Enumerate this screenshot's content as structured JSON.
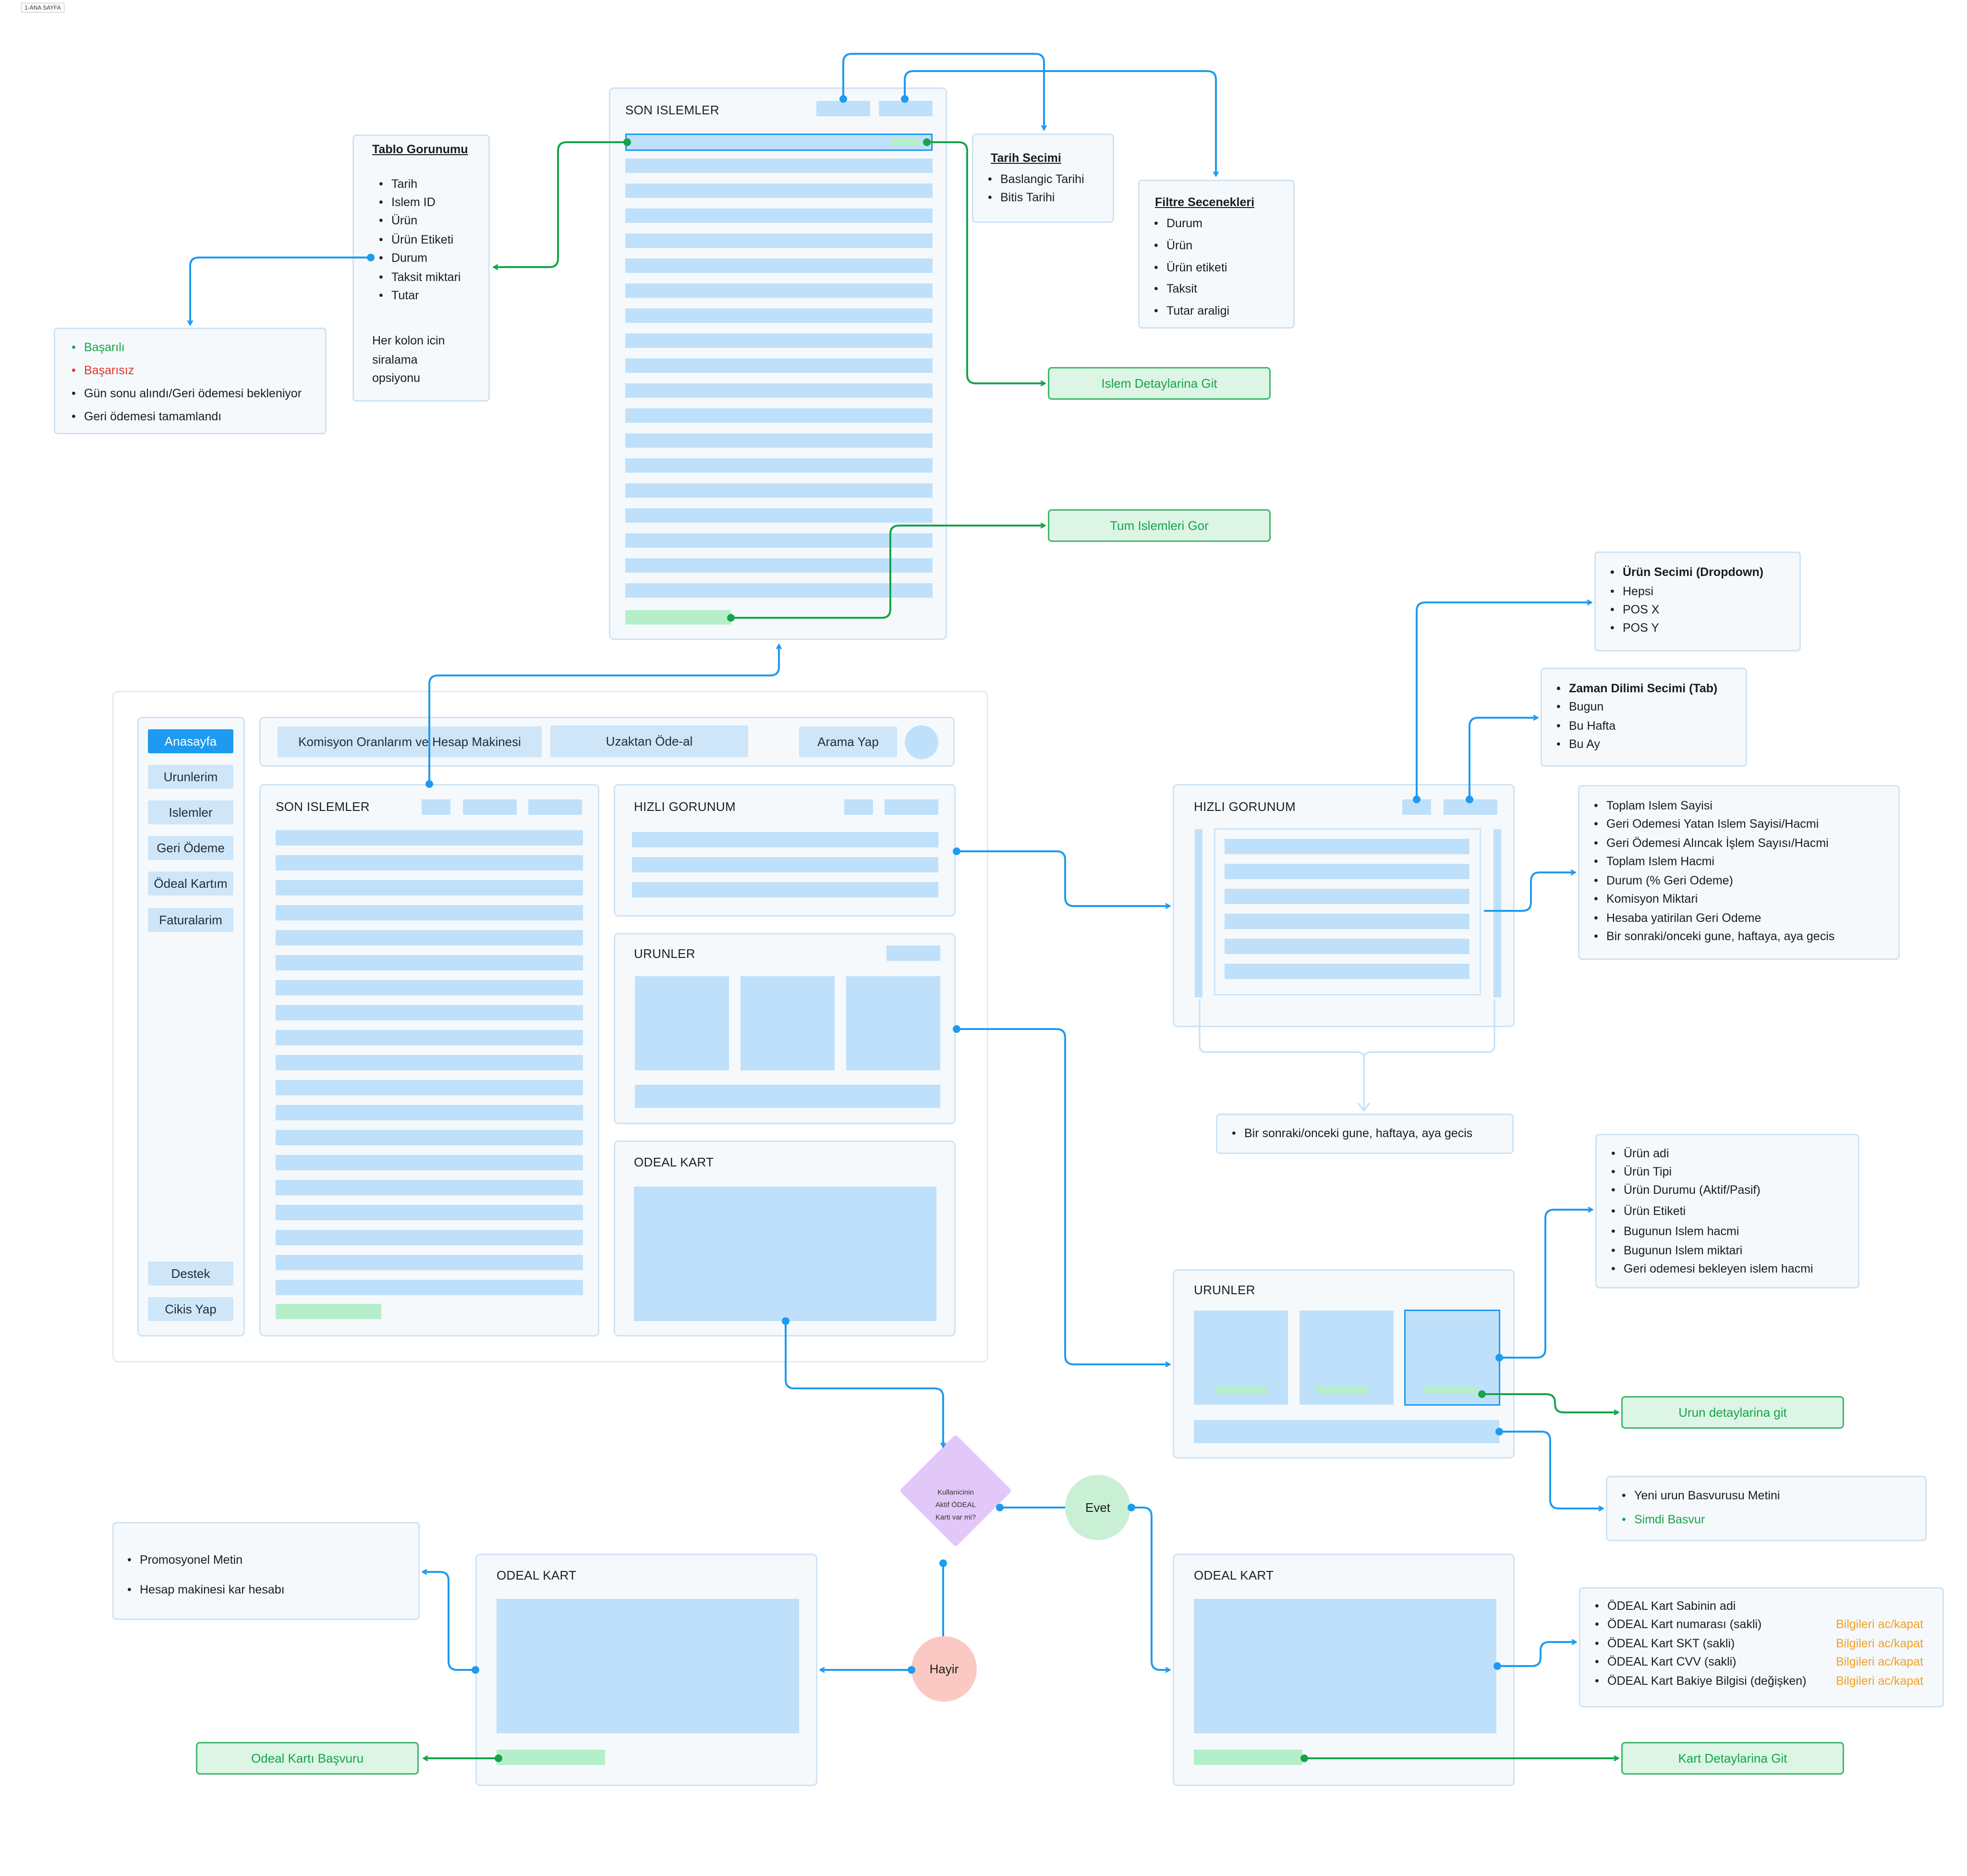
{
  "page_tag": "1-ANA SAYFA",
  "son_islemler_detail": {
    "title": "SON ISLEMLER"
  },
  "tablo_gorunumu": {
    "title": "Tablo Gorunumu",
    "items": [
      "Tarih",
      "Islem ID",
      "Ürün",
      "Ürün Etiketi",
      "Durum",
      "Taksit miktari",
      "Tutar"
    ],
    "footer": [
      "Her kolon icin",
      "siralama",
      "opsiyonu"
    ]
  },
  "durum_statuses": [
    "Başarılı",
    "Başarısız",
    "Gün sonu alındı/Geri ödemesi bekleniyor",
    "Geri ödemesi tamamlandı"
  ],
  "tarih_secimi": {
    "title": "Tarih Secimi",
    "items": [
      "Baslangic Tarihi",
      "Bitis Tarihi"
    ]
  },
  "filtre_secenekleri": {
    "title": "Filtre Secenekleri",
    "items": [
      "Durum",
      "Ürün",
      "Ürün etiketi",
      "Taksit",
      "Tutar araligi"
    ]
  },
  "actions": {
    "islem_detay": "Islem Detaylarina Git",
    "tum_islemler": "Tum Islemleri Gor",
    "urun_detay": "Urun detaylarina git",
    "odeal_basvuru": "Odeal Kartı Başvuru",
    "kart_detay": "Kart Detaylarina Git"
  },
  "sidebar": {
    "items": [
      "Anasayfa",
      "Urunlerim",
      "Islemler",
      "Geri Ödeme",
      "Ödeal Kartım",
      "Faturalarim"
    ],
    "bottom": [
      "Destek",
      "Cikis Yap"
    ]
  },
  "topbar": {
    "tabs": [
      "Komisyon Oranlarım ve Hesap Makinesi",
      "Uzaktan Öde-al",
      "Arama Yap"
    ]
  },
  "main_panels": {
    "son_islemler": "SON ISLEMLER",
    "hizli_gorunum": "HIZLI GORUNUM",
    "urunler": "URUNLER",
    "odeal_kart": "ODEAL KART"
  },
  "urun_secimi": {
    "items": [
      "Ürün Secimi (Dropdown)",
      "Hepsi",
      "POS X",
      "POS Y"
    ]
  },
  "zaman_dilimi": {
    "items": [
      "Zaman Dilimi Secimi (Tab)",
      "Bugun",
      "Bu Hafta",
      "Bu Ay"
    ]
  },
  "hizli_metrics": {
    "items": [
      "Toplam Islem Sayisi",
      "Geri Odemesi Yatan Islem Sayisi/Hacmi",
      "Geri Ödemesi Alıncak İşlem Sayısı/Hacmi",
      "Toplam Islem Hacmi",
      "Durum (% Geri Odeme)",
      "Komisyon Miktari",
      "Hesaba yatirilan Geri Odeme",
      "Bir sonraki/onceki gune, haftaya, aya gecis"
    ]
  },
  "hizli_nav_note": "Bir sonraki/onceki gune, haftaya, aya gecis",
  "urun_fields": {
    "items": [
      "Ürün adi",
      "Ürün Tipi",
      "Ürün Durumu (Aktif/Pasif)",
      "Ürün Etiketi",
      "Bugunun Islem hacmi",
      "Bugunun Islem miktari",
      "Geri odemesi bekleyen islem hacmi"
    ]
  },
  "yeni_urun": {
    "items": [
      "Yeni urun Basvurusu Metini",
      "Simdi Basvur"
    ]
  },
  "decision": {
    "question": [
      "Kullanicinin",
      "Aktif ÖDEAL",
      "Karti var mi?"
    ],
    "yes": "Evet",
    "no": "Hayir"
  },
  "promo": {
    "items": [
      "Promosyonel Metin",
      "Hesap makinesi kar hesabı"
    ]
  },
  "kart_info": {
    "items": [
      "ÖDEAL Kart Sabinin adi",
      "ÖDEAL Kart numarası (sakli)",
      "ÖDEAL Kart SKT (sakli)",
      "ÖDEAL Kart CVV (sakli)",
      "ÖDEAL Kart Bakiye Bilgisi (değişken)"
    ],
    "toggle": "Bilgileri ac/kapat"
  },
  "colors": {
    "blue": "#1d9bf0",
    "green": "#17a34a",
    "fill": "#bfe0fa",
    "panel_border": "#cfe3f3",
    "decision": "#e2c8f9",
    "yes": "#c9f0d4",
    "no": "#fbc9c4"
  }
}
